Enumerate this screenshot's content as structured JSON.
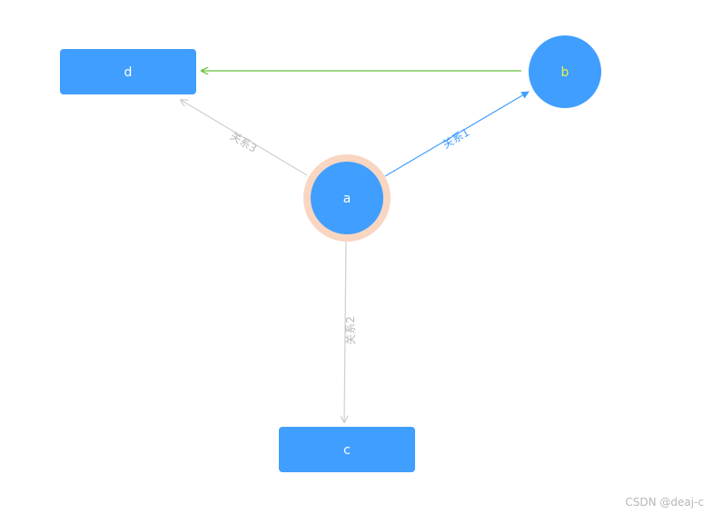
{
  "colors": {
    "node_fill": "#409EFF",
    "node_label": "#ffffff",
    "node_b_label": "#e8f04a",
    "focus_ring": "#F8D6C2",
    "edge_gray": "#cfcfcf",
    "edge_blue": "#409EFF",
    "edge_green": "#67C23A",
    "edge_label_gray": "#b9b9b9",
    "edge_label_blue": "#409EFF"
  },
  "nodes": {
    "a": {
      "label": "a",
      "shape": "circle",
      "selected": true
    },
    "b": {
      "label": "b",
      "shape": "circle"
    },
    "c": {
      "label": "c",
      "shape": "rectangle"
    },
    "d": {
      "label": "d",
      "shape": "rectangle"
    }
  },
  "edges": [
    {
      "from": "a",
      "to": "b",
      "label": "关系1",
      "color": "blue"
    },
    {
      "from": "a",
      "to": "c",
      "label": "关系2",
      "color": "gray"
    },
    {
      "from": "a",
      "to": "d",
      "label": "关系3",
      "color": "gray"
    },
    {
      "from": "b",
      "to": "d",
      "label": "",
      "color": "green"
    }
  ],
  "watermark": "CSDN @deaj-c"
}
